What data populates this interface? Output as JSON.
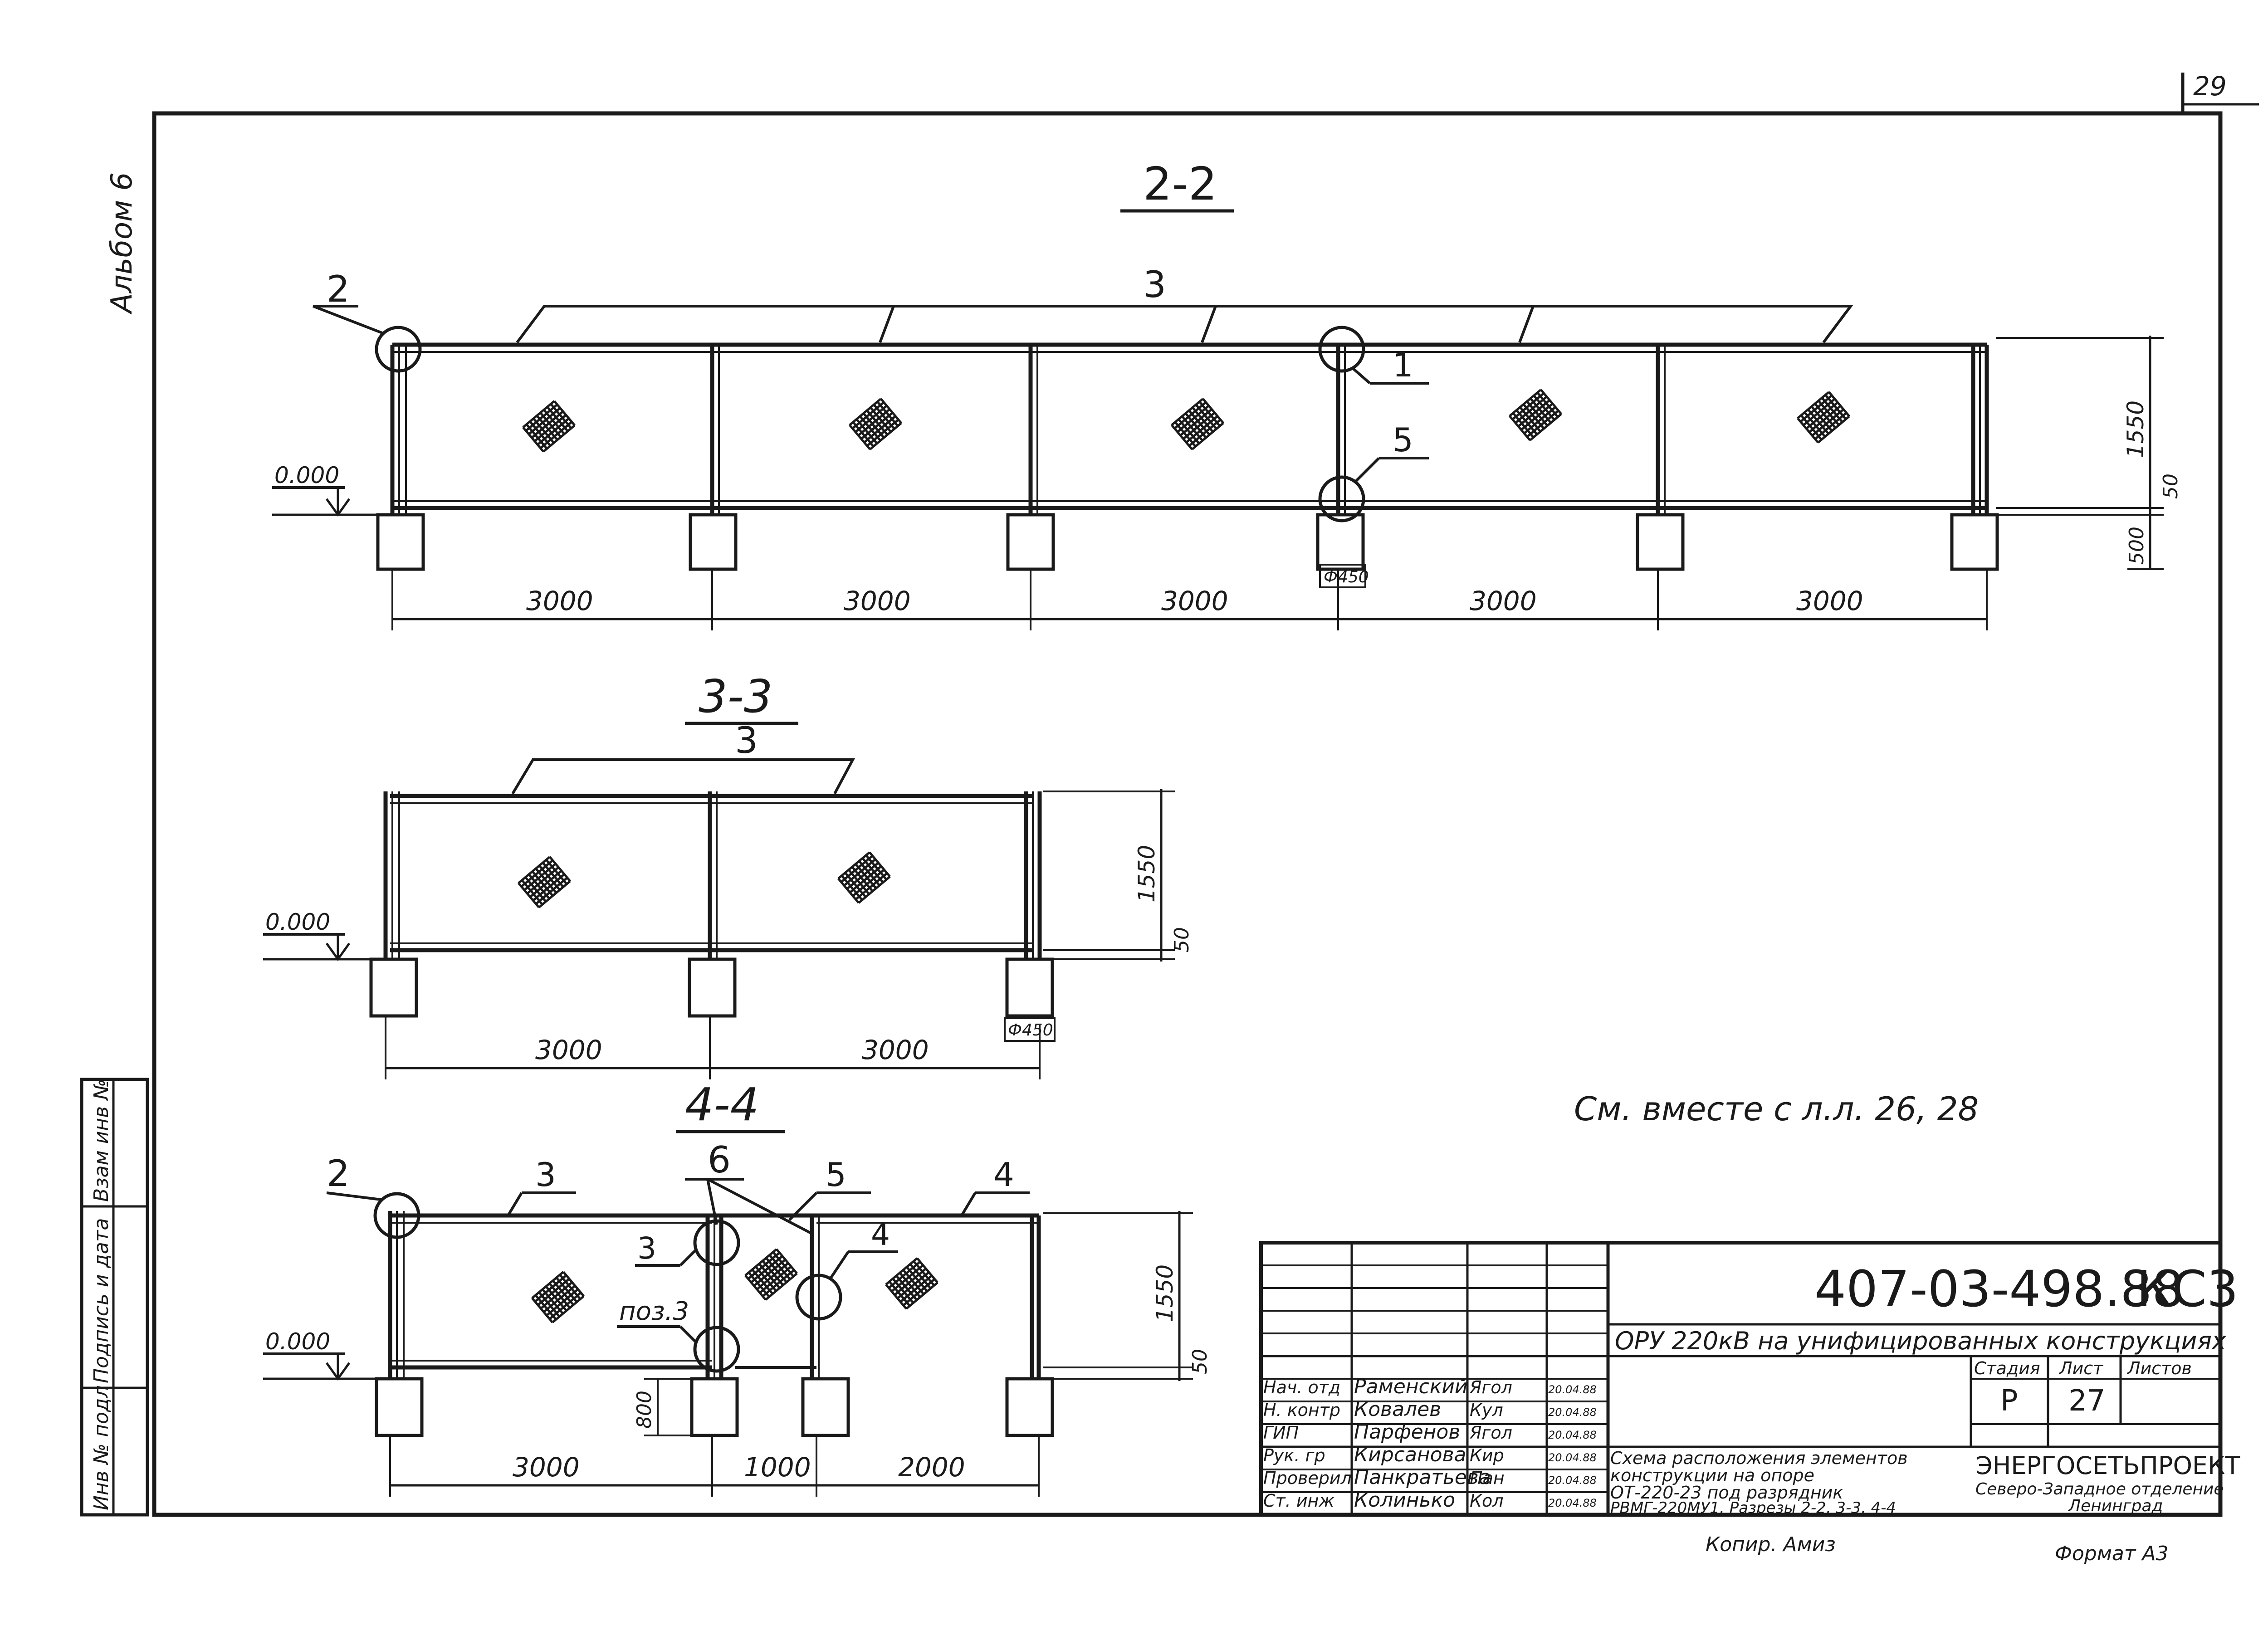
{
  "sheet": {
    "page_number": "29",
    "album_label": "Альбом 6",
    "side_stamp": [
      "Инв № подл",
      "Подпись и дата",
      "Взам инв №"
    ],
    "note": "См. вместе с л.л. 26, 28",
    "copied": "Копир. Амиз",
    "format": "Формат А3"
  },
  "sections": {
    "s22": {
      "title": "2-2",
      "callouts": {
        "c2": "2",
        "c3": "3",
        "c1": "1",
        "c5": "5"
      },
      "level": "0.000",
      "spans": [
        "3000",
        "3000",
        "3000",
        "3000",
        "3000"
      ],
      "dims": {
        "height": "1550",
        "gap": "50",
        "depth": "500",
        "dia": "Ф450"
      }
    },
    "s33": {
      "title": "3-3",
      "callouts": {
        "c3": "3"
      },
      "level": "0.000",
      "spans": [
        "3000",
        "3000"
      ],
      "dims": {
        "height": "1550",
        "gap": "50",
        "dia": "Ф450"
      }
    },
    "s44": {
      "title": "4-4",
      "callouts": {
        "c2": "2",
        "c3": "3",
        "c6": "6",
        "c5": "5",
        "c4": "4",
        "c3b": "3",
        "c4b": "4",
        "poz": "поз.3"
      },
      "level": "0.000",
      "spans": [
        "3000",
        "1000",
        "2000"
      ],
      "dims": {
        "height": "1550",
        "gap": "50",
        "depth": "800"
      }
    }
  },
  "title_block": {
    "code": "407-03-498.88",
    "mark": "КС3",
    "project": "ОРУ 220кВ на унифицированных конструкциях",
    "stage_head": "Стадия",
    "sheet_head": "Лист",
    "sheets_head": "Листов",
    "stage": "Р",
    "sheet_no": "27",
    "drawing_title": [
      "Схема расположения элементов",
      "конструкции на опоре",
      "ОТ-220-23 под разрядник",
      "РВМГ-220МУ1. Разрезы 2-2, 3-3, 4-4"
    ],
    "org": [
      "ЭНЕРГОСЕТЬПРОЕКТ",
      "Северо-Западное отделение",
      "Ленинград"
    ],
    "signers": [
      {
        "role": "Нач. отд",
        "name": "Раменский",
        "sign": "Ягол",
        "date": "20.04.88"
      },
      {
        "role": "Н. контр",
        "name": "Ковалев",
        "sign": "Кул",
        "date": "20.04.88"
      },
      {
        "role": "ГИП",
        "name": "Парфенов",
        "sign": "Ягол",
        "date": "20.04.88"
      },
      {
        "role": "Рук. гр",
        "name": "Кирсанова",
        "sign": "Кир",
        "date": "20.04.88"
      },
      {
        "role": "Проверил",
        "name": "Панкратьева",
        "sign": "Пан",
        "date": "20.04.88"
      },
      {
        "role": "Ст. инж",
        "name": "Колинько",
        "sign": "Кол",
        "date": "20.04.88"
      }
    ]
  }
}
